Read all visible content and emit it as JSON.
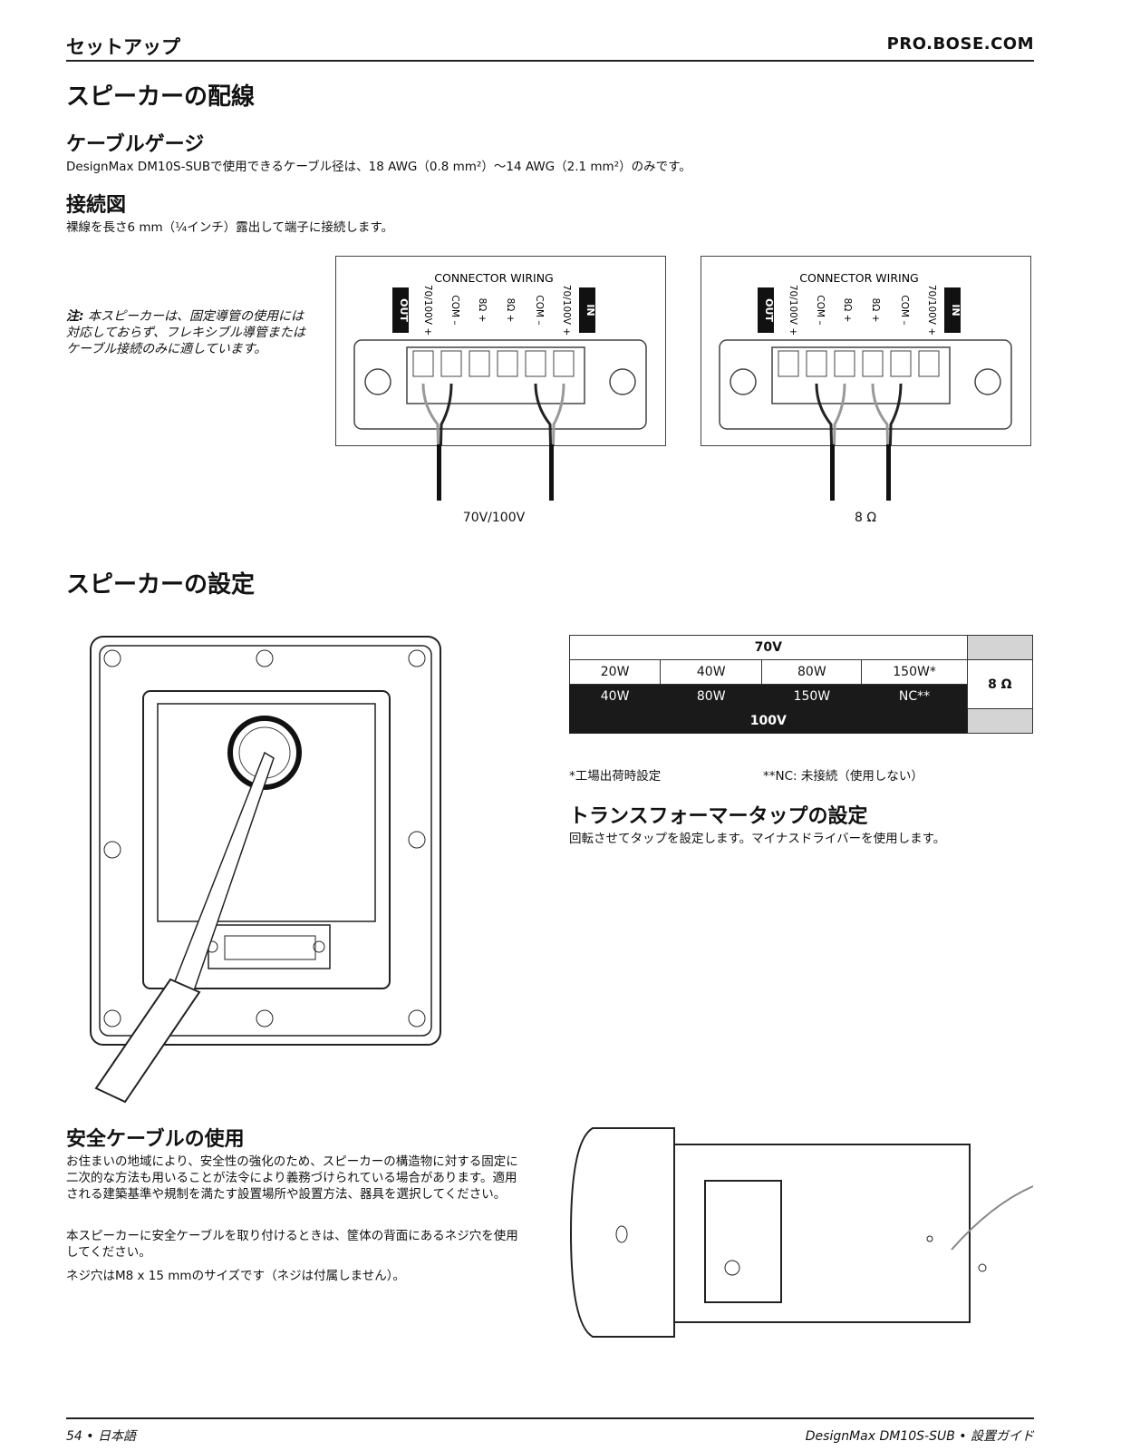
{
  "header": {
    "section": "セットアップ",
    "site": "PRO.BOSE.COM"
  },
  "wiring": {
    "title": "スピーカーの配線",
    "gauge_title": "ケーブルゲージ",
    "gauge_text": "DesignMax DM10S-SUBで使用できるケーブル径は、18 AWG（0.8 mm²）～14 AWG（2.1 mm²）のみです。",
    "diagram_title": "接続図",
    "diagram_text": "裸線を長さ6 mm（¼インチ）露出して端子に接続します。",
    "note_label": "注:",
    "note_text": " 本スピーカーは、固定導管の使用には対応しておらず、フレキシブル導管またはケーブル接続のみに適しています。",
    "connector_title": "CONNECTOR WIRING",
    "terminal_labels": [
      "OUT",
      "70/100V +",
      "COM –",
      "8Ω +",
      "8Ω +",
      "COM –",
      "70/100V +",
      "IN"
    ],
    "caption_left": "70V/100V",
    "caption_right": "8 Ω"
  },
  "settings": {
    "title": "スピーカーの設定",
    "table": {
      "top_header": "70V",
      "row_70v": [
        "20W",
        "40W",
        "80W",
        "150W*"
      ],
      "row_100v": [
        "40W",
        "80W",
        "150W",
        "NC**"
      ],
      "bottom_header": "100V",
      "side": "8 Ω"
    },
    "footnote_1": "*工場出荷時設定",
    "footnote_2": "**NC: 未接続（使用しない）",
    "tap_title": "トランスフォーマータップの設定",
    "tap_text": "回転させてタップを設定します。マイナスドライバーを使用します。"
  },
  "safety": {
    "title": "安全ケーブルの使用",
    "p1": "お住まいの地域により、安全性の強化のため、スピーカーの構造物に対する固定に二次的な方法も用いることが法令により義務づけられている場合があります。適用される建築基準や規制を満たす設置場所や設置方法、器具を選択してください。",
    "p2": "本スピーカーに安全ケーブルを取り付けるときは、筐体の背面にあるネジ穴を使用してください。",
    "p3": "ネジ穴はM8 x 15 mmのサイズです（ネジは付属しません）。"
  },
  "footer": {
    "left": "54 • 日本語",
    "right": "DesignMax DM10S-SUB • 設置ガイド"
  },
  "colors": {
    "text": "#111111",
    "dark_row": "#1a1a1a",
    "grey_cell": "#d4d4d4"
  }
}
